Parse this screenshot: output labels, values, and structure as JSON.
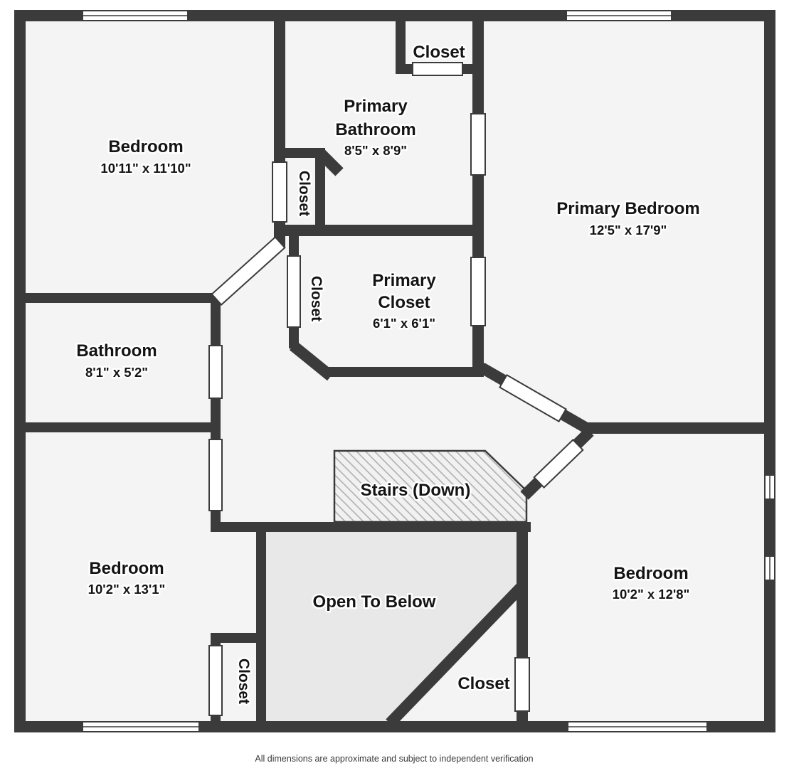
{
  "colors": {
    "wall": "#3b3b3b",
    "room_fill": "#f4f4f4",
    "open_to_below_fill": "#e8e8e8",
    "hatch_line": "#ababab",
    "label_text": "#141414"
  },
  "rooms": {
    "bedroom_top_left": {
      "name": "Bedroom",
      "dims": "10'11\" x 11'10\""
    },
    "closet_top": {
      "name": "Closet"
    },
    "primary_bathroom": {
      "name_line1": "Primary",
      "name_line2": "Bathroom",
      "dims": "8'5\" x 8'9\""
    },
    "primary_bedroom": {
      "name": "Primary Bedroom",
      "dims": "12'5\" x 17'9\""
    },
    "closet_bedroom_top_left": {
      "name": "Closet"
    },
    "closet_hall": {
      "name": "Closet"
    },
    "primary_closet": {
      "name_line1": "Primary",
      "name_line2": "Closet",
      "dims": "6'1\" x 6'1\""
    },
    "bathroom": {
      "name": "Bathroom",
      "dims": "8'1\" x 5'2\""
    },
    "stairs": {
      "name": "Stairs (Down)"
    },
    "bedroom_bottom_left": {
      "name": "Bedroom",
      "dims": "10'2\" x 13'1\""
    },
    "open_to_below": {
      "name": "Open To Below"
    },
    "closet_bottom": {
      "name": "Closet"
    },
    "closet_bedroom_bottom_left": {
      "name": "Closet"
    },
    "bedroom_bottom_right": {
      "name": "Bedroom",
      "dims": "10'2\" x 12'8\""
    }
  },
  "footer": {
    "disclaimer": "All dimensions are approximate and subject to independent verification"
  }
}
